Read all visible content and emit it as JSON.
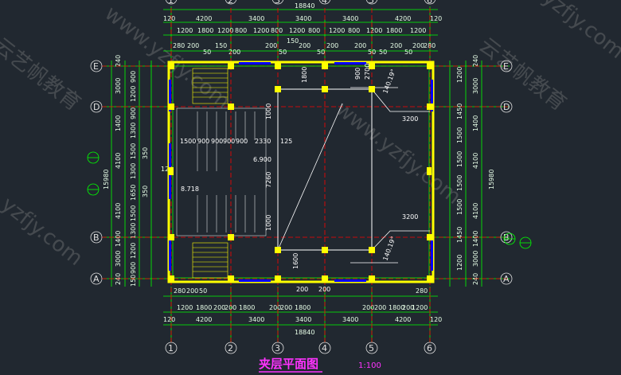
{
  "drawing": {
    "title": "夹层平面图",
    "scale": "1:100"
  },
  "axes": {
    "x": [
      "1",
      "2",
      "3",
      "4",
      "5",
      "6"
    ],
    "y": [
      "A",
      "B",
      "D",
      "E"
    ]
  },
  "top_dims": {
    "overall": "18840",
    "row1": [
      "120",
      "4200",
      "3400",
      "3400",
      "3400",
      "4200",
      "120"
    ],
    "row2": [
      "1200",
      "1800",
      "1200",
      "800",
      "1200",
      "800",
      "1200",
      "800",
      "1200",
      "800",
      "1200",
      "1800",
      "1200"
    ],
    "row3": [
      "280",
      "200",
      "50",
      "150",
      "200",
      "200",
      "50",
      "150",
      "200",
      "50",
      "200",
      "200",
      "50",
      "50",
      "200",
      "50",
      "200",
      "280"
    ]
  },
  "bottom_dims": {
    "overall": "18840",
    "row1": [
      "120",
      "4200",
      "3400",
      "3400",
      "3400",
      "4200",
      "120"
    ],
    "row2": [
      "1200",
      "1800",
      "200",
      "200",
      "1800",
      "200",
      "200",
      "1800",
      "200",
      "200",
      "1800",
      "200",
      "1200"
    ],
    "row3": [
      "280",
      "200",
      "50",
      "280"
    ]
  },
  "left_dims": {
    "overall": "15980",
    "row1": [
      "240",
      "3000",
      "1400",
      "4100",
      "4100",
      "1400",
      "3000",
      "240"
    ],
    "row2": [
      "900",
      "1200",
      "900",
      "1300",
      "1500",
      "1300",
      "1650",
      "1500",
      "1300",
      "1200",
      "900",
      "150"
    ],
    "labels": [
      "350",
      "350",
      "120"
    ]
  },
  "right_dims": {
    "overall": "15980",
    "row1": [
      "240",
      "3000",
      "1400",
      "4100",
      "4100",
      "1400",
      "3000",
      "240"
    ],
    "row2": [
      "1200",
      "1450",
      "1500",
      "1500",
      "1500",
      "1500",
      "1450",
      "1200"
    ]
  },
  "interior_labels": {
    "l1500": "1500",
    "l900a": "900",
    "l900b": "900",
    "l900c": "900",
    "l900d": "900",
    "l2330": "2330",
    "l125": "125",
    "l1800": "1800",
    "l1000a": "1000",
    "l1000b": "1000",
    "l7260": "7260",
    "l3200a": "3200",
    "l3200b": "3200",
    "l1600": "1600",
    "lelev1": "6.900",
    "lelev2": "8.718",
    "l140a": "140.19°",
    "l140b": "140.19°",
    "l200a": "200",
    "l200b": "200",
    "l2700": "2700",
    "l900e": "900"
  },
  "watermarks": [
    "www.yzfjy.com",
    "云艺帆教育",
    "yzfjy.com",
    "云艺帆教育",
    "www.yzfjy.com",
    "yzfjy.com"
  ],
  "colors": {
    "background": "#212830",
    "dimension": "#00ff00",
    "wall": "#ffff00",
    "column": "#ffff00",
    "axis": "#ff0000",
    "gridblue": "#0000ff",
    "title": "#ff33ff",
    "white": "#ffffff"
  }
}
